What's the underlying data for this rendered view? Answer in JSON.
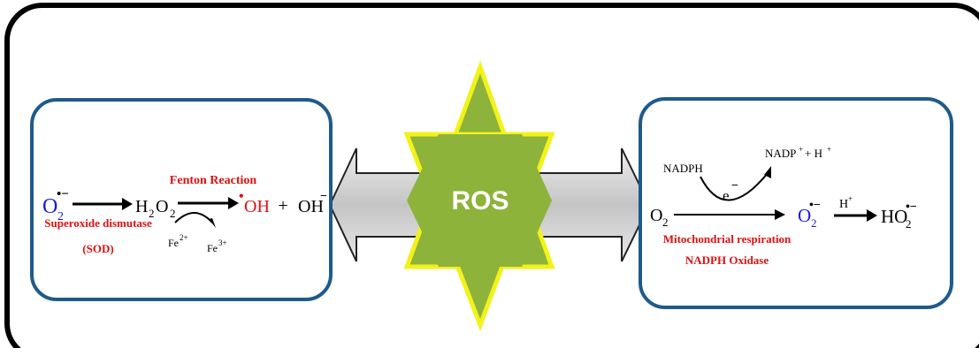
{
  "center": {
    "label": "ROS"
  },
  "left": {
    "superoxide": "O",
    "sub2": "2",
    "radical_charge": "•−",
    "h2o2_h": "H",
    "h2o2_o": "O",
    "fenton_label": "Fenton Reaction",
    "oh_radical": "OH",
    "radical_dot": "•",
    "plus": "+",
    "hydroxide": "OH",
    "minus": "−",
    "enzyme_line1": "Superoxide dismutase",
    "enzyme_line2": "(SOD)",
    "fe": "Fe",
    "fe2_charge": "2+",
    "fe3_charge": "3+"
  },
  "right": {
    "nadph": "NADPH",
    "nadp_plus": "NADP",
    "plus_sup": "+",
    "plus_h": "+ H",
    "electron": "e",
    "minus": "−",
    "o2": "O",
    "sub2": "2",
    "o2_radical": "O",
    "radical_charge": "•−",
    "proton": "H",
    "ho2": "HO",
    "source_line1": "Mitochondrial respiration",
    "source_line2": "NADPH Oxidase"
  },
  "colors": {
    "outer_border": "#000000",
    "box_border": "#1f5a8a",
    "star_fill": "#8db33a",
    "star_stroke": "#f2f21a",
    "arrow_fill": "#c8c8c8",
    "red_text": "#e01010",
    "blue_text": "#1a1adb",
    "black_text": "#000000",
    "label_white": "#ffffff"
  }
}
